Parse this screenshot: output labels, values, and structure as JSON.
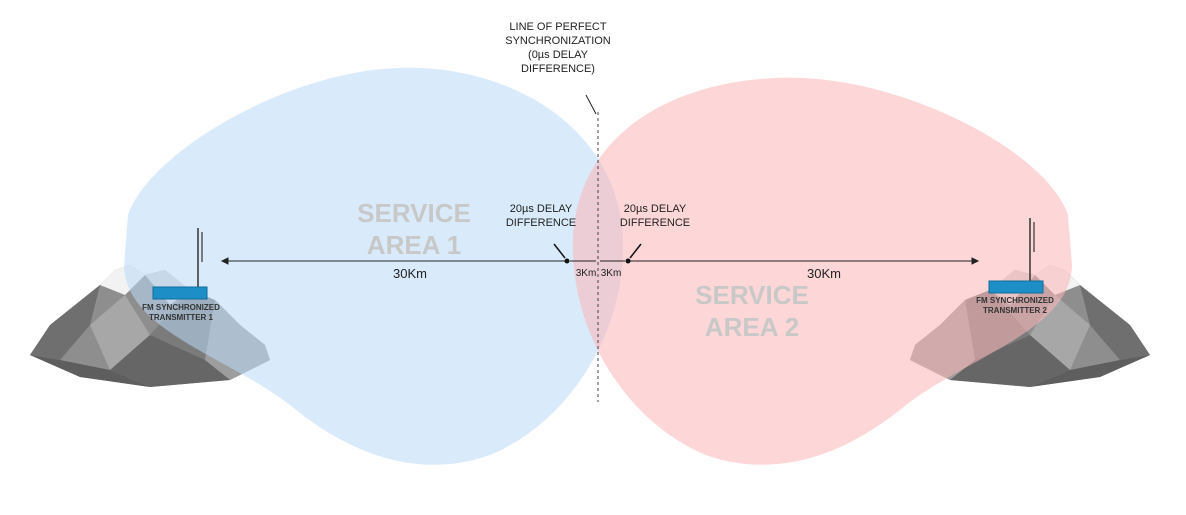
{
  "sync_line": {
    "lines": [
      "LINE OF PERFECT",
      "SYNCHRONIZATION",
      "(0µs DELAY",
      "DIFFERENCE)"
    ]
  },
  "area1": {
    "lines": [
      "SERVICE",
      "AREA 1"
    ],
    "color": "#cfe6fb"
  },
  "area2": {
    "lines": [
      "SERVICE",
      "AREA 2"
    ],
    "color": "#fcd2d4"
  },
  "delay_left": {
    "lines": [
      "20µs DELAY",
      "DIFFERENCE"
    ]
  },
  "delay_right": {
    "lines": [
      "20µs DELAY",
      "DIFFERENCE"
    ]
  },
  "distances": {
    "left": "30Km",
    "mid_left": "3Km",
    "mid_right": "3Km",
    "right": "30Km"
  },
  "tx1": {
    "lines": [
      "FM SYNCHRONIZED",
      "TRANSMITTER 1"
    ]
  },
  "tx2": {
    "lines": [
      "FM SYNCHRONIZED",
      "TRANSMITTER 2"
    ]
  },
  "colors": {
    "transmitter": "#1e8fc6",
    "mountain": "#8a8a8a",
    "area_text": "#c8c8c8"
  }
}
